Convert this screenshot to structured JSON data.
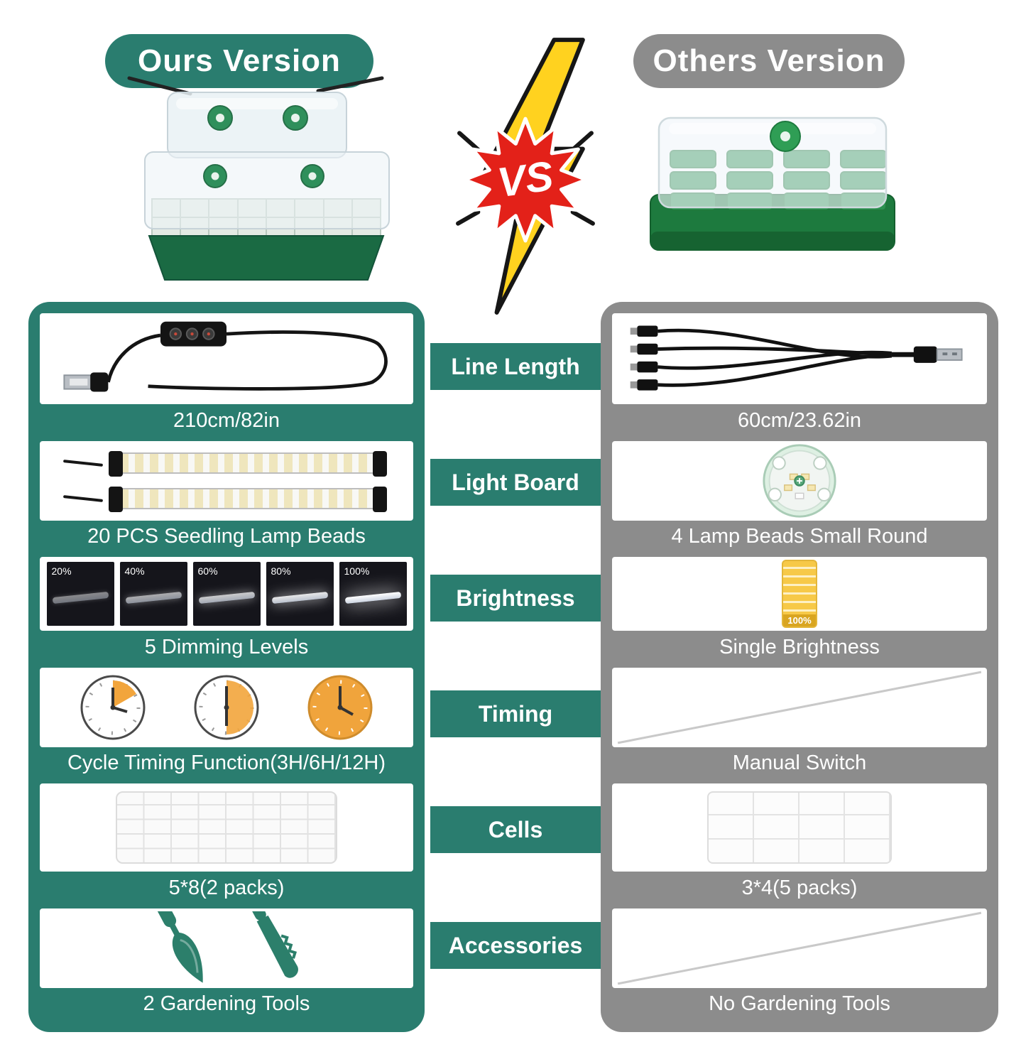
{
  "header": {
    "ours_title": "Ours Version",
    "others_title": "Others Version",
    "vs_label": "VS"
  },
  "categories": [
    "Line Length",
    "Light Board",
    "Brightness",
    "Timing",
    "Cells",
    "Accessories"
  ],
  "ours": {
    "line_length_caption": "210cm/82in",
    "light_board_caption": "20 PCS Seedling Lamp Beads",
    "brightness_caption": "5 Dimming Levels",
    "brightness_levels": [
      "20%",
      "40%",
      "60%",
      "80%",
      "100%"
    ],
    "timing_caption": "Cycle Timing Function(3H/6H/12H)",
    "cells_caption": "5*8(2 packs)",
    "accessories_caption": "2 Gardening Tools"
  },
  "others": {
    "line_length_caption": "60cm/23.62in",
    "light_board_caption": "4 Lamp Beads Small Round",
    "brightness_caption": "Single Brightness",
    "brightness_level": "100%",
    "timing_caption": "Manual Switch",
    "cells_caption": "3*4(5 packs)",
    "accessories_caption": "No Gardening Tools"
  },
  "colors": {
    "ours_accent": "#2a7d6f",
    "others_accent": "#8c8c8c",
    "vs_bolt": "#ffd21f",
    "vs_burst": "#e32119",
    "brightness_bar": "#f7c948",
    "tool_green": "#2c7f6b"
  }
}
